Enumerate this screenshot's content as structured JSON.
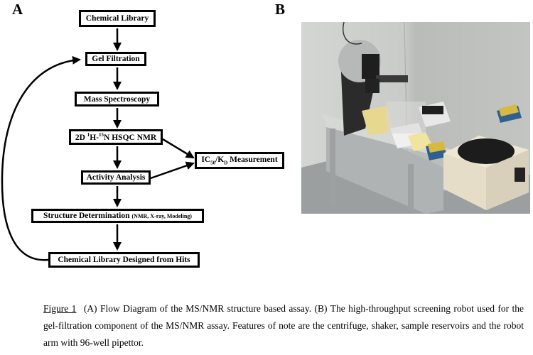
{
  "panels": {
    "a_label": "A",
    "b_label": "B"
  },
  "flow": {
    "nodes": [
      {
        "id": "chem-lib",
        "label": "Chemical Library"
      },
      {
        "id": "gel",
        "label": "Gel Filtration"
      },
      {
        "id": "mass",
        "label": "Mass Spectroscopy"
      },
      {
        "id": "nmr",
        "label_pre": "2D ",
        "sup1": "1",
        "label_mid": "H-",
        "sup2": "15",
        "label_post": "N HSQC NMR"
      },
      {
        "id": "ic50",
        "label_pre": "IC",
        "sub1": "50",
        "label_mid": "/K",
        "sub2": "D",
        "label_post": " Measurement"
      },
      {
        "id": "activity",
        "label": "Activity Analysis"
      },
      {
        "id": "structure",
        "label": "Structure Determination",
        "label_small": "(NMR, X-ray, Modeling)"
      },
      {
        "id": "designed",
        "label": "Chemical Library Designed from Hits"
      }
    ],
    "edges": [
      [
        "chem-lib",
        "gel"
      ],
      [
        "gel",
        "mass"
      ],
      [
        "mass",
        "nmr"
      ],
      [
        "nmr",
        "activity"
      ],
      [
        "nmr",
        "ic50"
      ],
      [
        "activity",
        "ic50"
      ],
      [
        "activity",
        "structure"
      ],
      [
        "structure",
        "designed"
      ],
      [
        "designed",
        "gel"
      ]
    ]
  },
  "photo": {
    "description": "High-throughput screening robot with centrifuge, shaker, sample reservoirs and robot arm with 96-well pipettor"
  },
  "caption": {
    "figure_label": "Figure 1",
    "text": "(A) Flow Diagram of the MS/NMR structure based assay. (B) The high-throughput screening robot used for the gel-filtration component of the MS/NMR assay.  Features of note are the centrifuge, shaker, sample reservoirs and the robot arm with 96-well pipettor."
  }
}
